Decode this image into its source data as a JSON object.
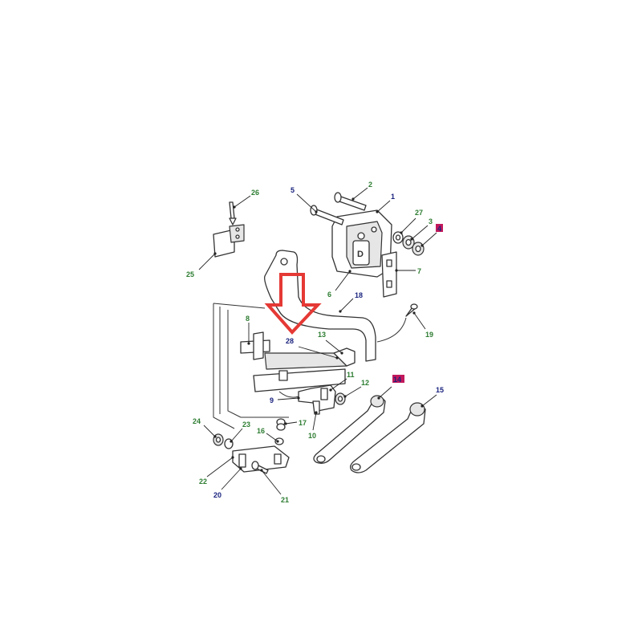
{
  "colors": {
    "green": "#2e7d32",
    "blue": "#1a237e",
    "arrow": "#e53935",
    "highlight": "#c2185b"
  },
  "callouts": [
    {
      "id": "c1",
      "text": "1",
      "color": "blue"
    },
    {
      "id": "c2",
      "text": "2",
      "color": "green"
    },
    {
      "id": "c3",
      "text": "3",
      "color": "green"
    },
    {
      "id": "c4",
      "text": "4",
      "color": "highlight-box"
    },
    {
      "id": "c5",
      "text": "5",
      "color": "blue"
    },
    {
      "id": "c6",
      "text": "6",
      "color": "green"
    },
    {
      "id": "c7",
      "text": "7",
      "color": "green"
    },
    {
      "id": "c8",
      "text": "8",
      "color": "green"
    },
    {
      "id": "c9",
      "text": "9",
      "color": "blue"
    },
    {
      "id": "c10",
      "text": "10",
      "color": "green"
    },
    {
      "id": "c11",
      "text": "11",
      "color": "green"
    },
    {
      "id": "c12",
      "text": "12",
      "color": "green"
    },
    {
      "id": "c13",
      "text": "13",
      "color": "green"
    },
    {
      "id": "c14",
      "text": "14",
      "color": "highlight-box"
    },
    {
      "id": "c15",
      "text": "15",
      "color": "blue"
    },
    {
      "id": "c16",
      "text": "16",
      "color": "green"
    },
    {
      "id": "c17",
      "text": "17",
      "color": "green"
    },
    {
      "id": "c18",
      "text": "18",
      "color": "blue"
    },
    {
      "id": "c19",
      "text": "19",
      "color": "green"
    },
    {
      "id": "c20",
      "text": "20",
      "color": "blue"
    },
    {
      "id": "c21",
      "text": "21",
      "color": "green"
    },
    {
      "id": "c22",
      "text": "22",
      "color": "green"
    },
    {
      "id": "c23",
      "text": "23",
      "color": "green"
    },
    {
      "id": "c24",
      "text": "24",
      "color": "green"
    },
    {
      "id": "c25",
      "text": "25",
      "color": "green"
    },
    {
      "id": "c26",
      "text": "26",
      "color": "green"
    },
    {
      "id": "c27",
      "text": "27",
      "color": "green"
    },
    {
      "id": "c28",
      "text": "28",
      "color": "blue"
    }
  ]
}
